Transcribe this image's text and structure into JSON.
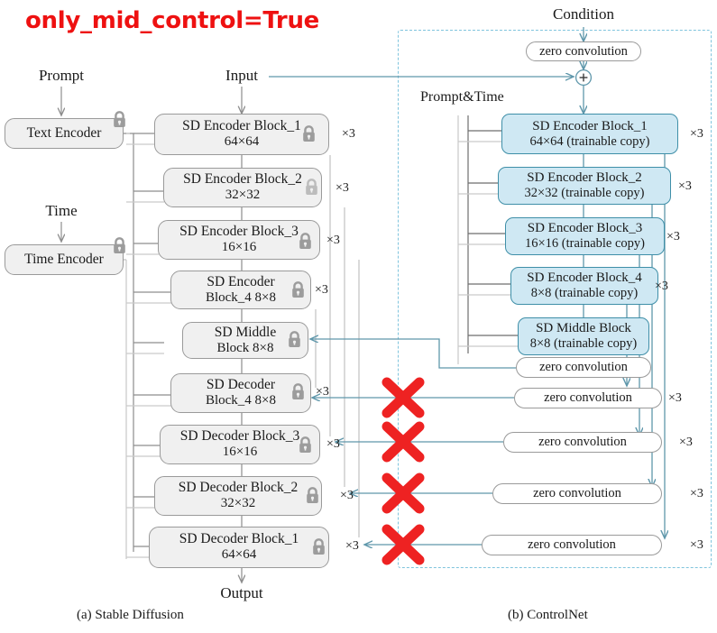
{
  "title": "only_mid_control=True",
  "title_color": "#ee1111",
  "colors": {
    "sd_block_fill": "#f0f0f0",
    "sd_block_border": "#9a9a9a",
    "controlnet_block_fill": "#cfe8f3",
    "controlnet_block_border": "#3f8fa8",
    "teal_wire": "#5f97ab",
    "grey_wire": "#8d8d8d",
    "dashed_frame": "#7fc4dd",
    "red_x": "#ee2222"
  },
  "labels": {
    "prompt": "Prompt",
    "time": "Time",
    "input": "Input",
    "output": "Output",
    "condition": "Condition",
    "prompt_and_time": "Prompt&Time",
    "plus": "+"
  },
  "captions": {
    "left": "(a) Stable Diffusion",
    "right": "(b) ControlNet"
  },
  "repeat_marker": "×3",
  "sd": {
    "encoders_aux": [
      {
        "line1": "Text Encoder",
        "line2": ""
      },
      {
        "line1": "Time Encoder",
        "line2": ""
      }
    ],
    "blocks": [
      {
        "line1": "SD Encoder Block_1",
        "line2": "64×64",
        "x3": "×3"
      },
      {
        "line1": "SD Encoder Block_2",
        "line2": "32×32",
        "x3": "×3"
      },
      {
        "line1": "SD Encoder Block_3",
        "line2": "16×16",
        "x3": "×3"
      },
      {
        "line1": "SD Encoder",
        "line2": "Block_4 8×8",
        "x3": "×3"
      },
      {
        "line1": "SD Middle",
        "line2": "Block 8×8",
        "x3": ""
      },
      {
        "line1": "SD Decoder",
        "line2": "Block_4 8×8",
        "x3": "×3"
      },
      {
        "line1": "SD Decoder Block_3",
        "line2": "16×16",
        "x3": "×3"
      },
      {
        "line1": "SD Decoder Block_2",
        "line2": "32×32",
        "x3": "×3"
      },
      {
        "line1": "SD Decoder Block_1",
        "line2": "64×64",
        "x3": "×3"
      }
    ]
  },
  "controlnet": {
    "input_zero_conv": "zero convolution",
    "blocks": [
      {
        "line1": "SD Encoder Block_1",
        "line2": "64×64 (trainable copy)",
        "x3": "×3"
      },
      {
        "line1": "SD Encoder Block_2",
        "line2": "32×32 (trainable copy)",
        "x3": "×3"
      },
      {
        "line1": "SD Encoder Block_3",
        "line2": "16×16 (trainable copy)",
        "x3": "×3"
      },
      {
        "line1": "SD Encoder Block_4",
        "line2": "8×8 (trainable copy)",
        "x3": "×3"
      },
      {
        "line1": "SD Middle Block",
        "line2": "8×8 (trainable copy)",
        "x3": ""
      }
    ],
    "zero_convolutions": [
      {
        "label": "zero convolution",
        "x3": ""
      },
      {
        "label": "zero convolution",
        "x3": "×3"
      },
      {
        "label": "zero convolution",
        "x3": "×3"
      },
      {
        "label": "zero convolution",
        "x3": "×3"
      },
      {
        "label": "zero convolution",
        "x3": "×3"
      }
    ]
  },
  "disabled_connections": [
    {
      "name": "decoder-4-skip",
      "state": "disabled"
    },
    {
      "name": "decoder-3-skip",
      "state": "disabled"
    },
    {
      "name": "decoder-2-skip",
      "state": "disabled"
    },
    {
      "name": "decoder-1-skip",
      "state": "disabled"
    }
  ]
}
